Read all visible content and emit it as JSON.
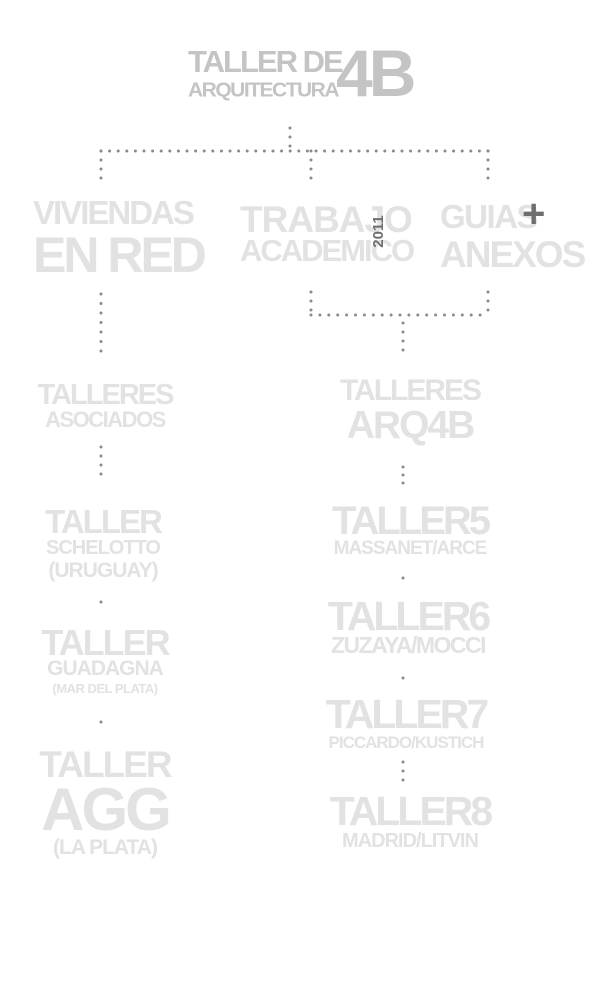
{
  "header": {
    "line1": "TALLER DE",
    "line2": "ARQUITECTURA",
    "big": "4B"
  },
  "branches": {
    "viviendas": {
      "line1": "VIVIENDAS",
      "line2": "EN RED"
    },
    "trabajo": {
      "line1": "TRABAJO",
      "line2": "ACADEMICO",
      "year": "2011"
    },
    "guias": {
      "line1": "GUIAS",
      "line2": "ANEXOS",
      "plus": "+"
    }
  },
  "left_column": {
    "group": {
      "line1": "TALLERES",
      "line2": "ASOCIADOS"
    },
    "items": [
      {
        "line1": "TALLER",
        "line2": "SCHELOTTO",
        "line3": "(URUGUAY)"
      },
      {
        "line1": "TALLER",
        "line2": "GUADAGNA",
        "line3": "(MAR DEL PLATA)"
      },
      {
        "line1": "TALLER",
        "line2": "AGG",
        "line3": "(LA PLATA)"
      }
    ]
  },
  "right_column": {
    "group": {
      "line1": "TALLERES",
      "line2": "ARQ4B"
    },
    "items": [
      {
        "title": "TALLER5",
        "subtitle": "MASSANET/ARCE"
      },
      {
        "title": "TALLER6",
        "subtitle": "ZUZAYA/MOCCI"
      },
      {
        "title": "TALLER7",
        "subtitle": "PICCARDO/KUSTICH"
      },
      {
        "title": "TALLER8",
        "subtitle": "MADRID/LITVIN"
      }
    ]
  },
  "colors": {
    "dots": "#8a8a8a",
    "faded_text": "#e2e2e2",
    "header_text": "#c4c4c4",
    "accent": "#6e6e6e"
  }
}
